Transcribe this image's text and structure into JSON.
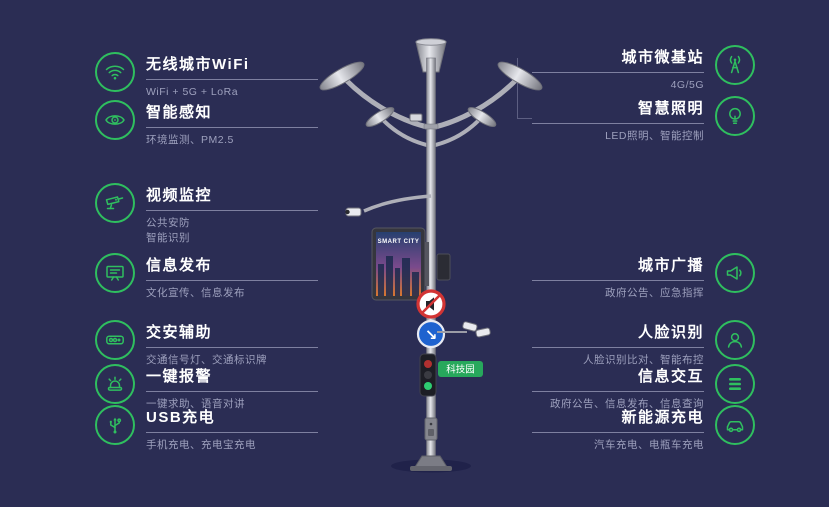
{
  "colors": {
    "background": "#2b2d54",
    "accent": "#2fbf5f"
  },
  "left_features": [
    {
      "icon": "wifi-icon",
      "title": "无线城市WiFi",
      "subtitle": "WiFi + 5G + LoRa"
    },
    {
      "icon": "perception-icon",
      "title": "智能感知",
      "subtitle": "环境监测、PM2.5"
    },
    {
      "icon": "cctv-icon",
      "title": "视频监控",
      "subtitle": "公共安防\n智能识别"
    },
    {
      "icon": "display-icon",
      "title": "信息发布",
      "subtitle": "文化宣传、信息发布"
    },
    {
      "icon": "traffic-signal-icon",
      "title": "交安辅助",
      "subtitle": "交通信号灯、交通标识牌"
    },
    {
      "icon": "alarm-icon",
      "title": "一键报警",
      "subtitle": "一键求助、语音对讲"
    },
    {
      "icon": "usb-icon",
      "title": "USB充电",
      "subtitle": "手机充电、充电宝充电"
    }
  ],
  "right_features": [
    {
      "icon": "base-station-icon",
      "title": "城市微基站",
      "subtitle": "4G/5G"
    },
    {
      "icon": "lighting-icon",
      "title": "智慧照明",
      "subtitle": "LED照明、智能控制"
    },
    {
      "icon": "broadcast-icon",
      "title": "城市广播",
      "subtitle": "政府公告、应急指挥"
    },
    {
      "icon": "face-recognition-icon",
      "title": "人脸识别",
      "subtitle": "人脸识别比对、智能布控"
    },
    {
      "icon": "interaction-icon",
      "title": "信息交互",
      "subtitle": "政府公告、信息发布、信息查询"
    },
    {
      "icon": "ev-charging-icon",
      "title": "新能源充电",
      "subtitle": "汽车充电、电瓶车充电"
    }
  ],
  "pole": {
    "screen_title": "SMART CITY",
    "tag": "科技园",
    "sign_arrow": "↘"
  }
}
